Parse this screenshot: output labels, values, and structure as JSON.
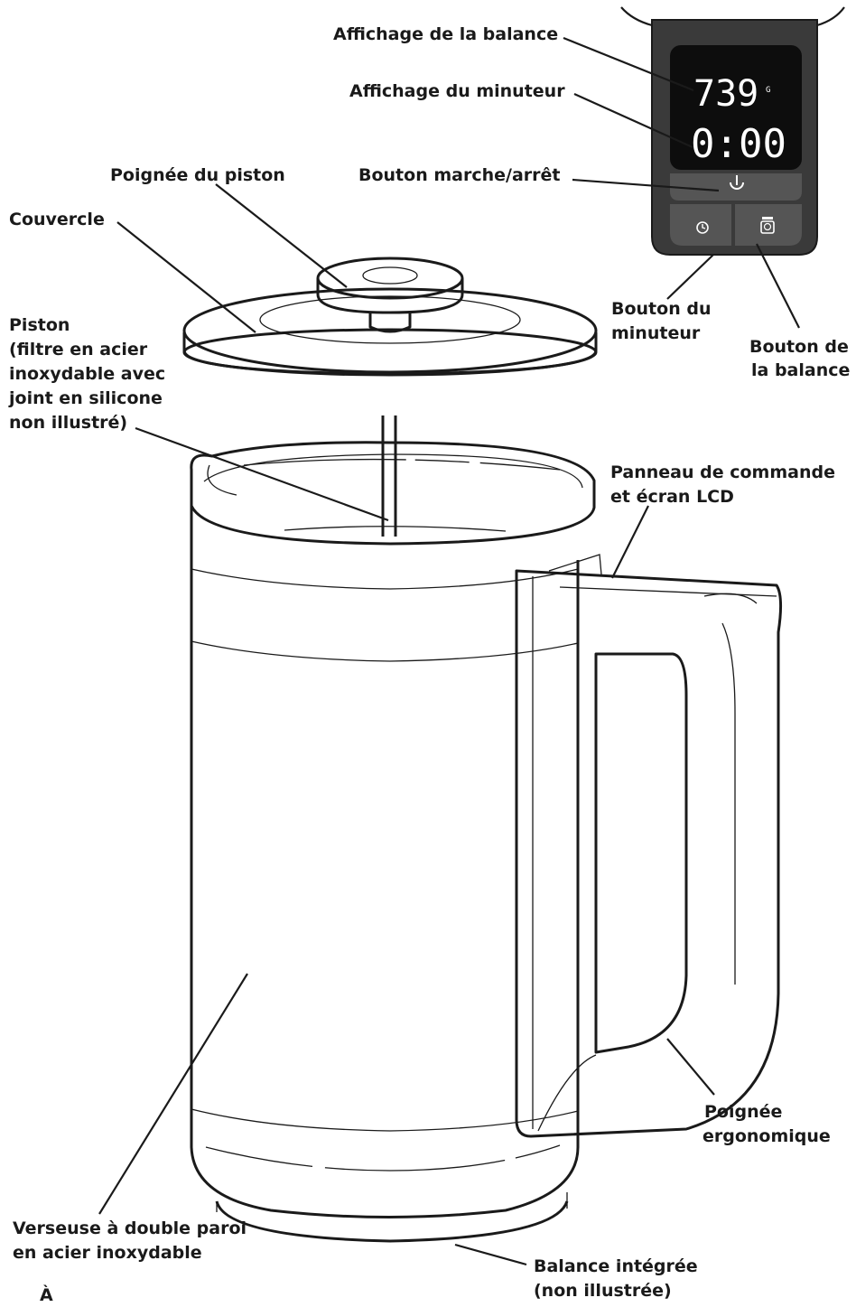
{
  "labels": {
    "scale_display": "Affichage de la balance",
    "timer_display": "Affichage du minuteur",
    "power_button": "Bouton marche/arrêt",
    "plunger_knob": "Poignée du piston",
    "lid": "Couvercle",
    "plunger": [
      "Piston",
      "(filtre en acier",
      "inoxydable avec",
      "joint en silicone",
      "non illustré)"
    ],
    "timer_button": [
      "Bouton du",
      "minuteur"
    ],
    "scale_button": [
      "Bouton de",
      "la balance"
    ],
    "control_panel": [
      "Panneau de commande",
      "et écran LCD"
    ],
    "ergonomic_handle": [
      "Poignée",
      "ergonomique"
    ],
    "carafe": [
      "Verseuse à double paroi",
      "en acier inoxydable"
    ],
    "integrated_scale": [
      "Balance intégrée",
      "(non illustrée)"
    ],
    "stray_mark": "À"
  },
  "display": {
    "weight_value": "739",
    "weight_unit": "G",
    "timer_value": "0:00"
  },
  "icons": {
    "power": "power-icon",
    "timer": "clock-icon",
    "scale": "scale-icon"
  },
  "colors": {
    "line": "#1a1a1a",
    "panel": "#3a3a3a",
    "screen": "#0d0d0d",
    "button": "#555555"
  }
}
